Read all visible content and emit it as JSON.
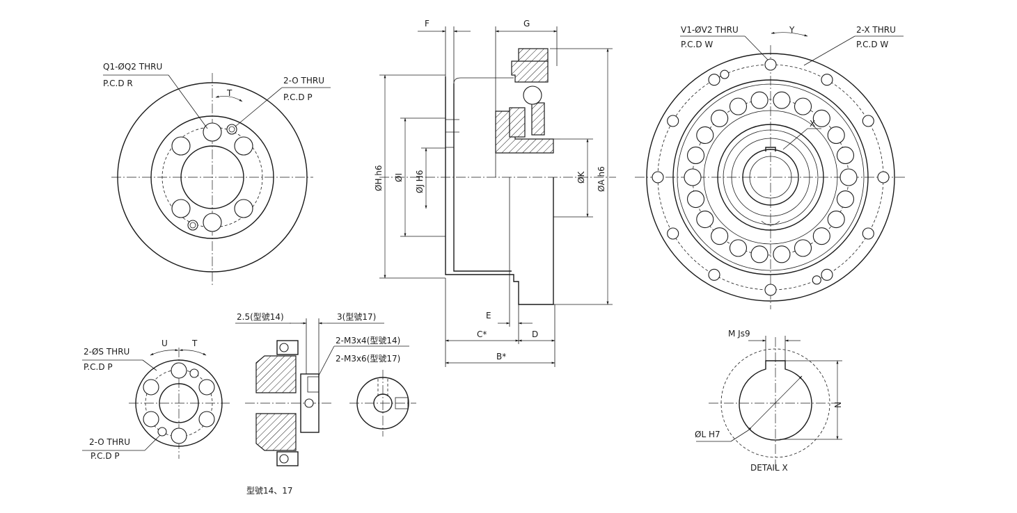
{
  "labels": {
    "front_left_pcd_r": "P.C.D R",
    "front_left_q": "Q1-ØQ2 THRU",
    "front_left_o": "2-O THRU",
    "front_left_pcd_p": "P.C.D P",
    "front_left_t": "T",
    "section_f": "F",
    "section_g": "G",
    "section_h": "ØH h6",
    "section_i": "ØI",
    "section_j": "ØJ H6",
    "section_k": "ØK",
    "section_a": "ØA h6",
    "section_e": "E",
    "section_c": "C*",
    "section_d": "D",
    "section_b": "B*",
    "right_v": "V1-ØV2 THRU",
    "right_pcd_w1": "P.C.D W",
    "right_y": "Y",
    "right_x_thru": "2-X THRU",
    "right_pcd_w2": "P.C.D W",
    "right_x": "X",
    "small_s": "2-ØS THRU",
    "small_pcd_p1": "P.C.D P",
    "small_u": "U",
    "small_t": "T",
    "small_o": "2-O THRU",
    "small_pcd_p2": "P.C.D P",
    "small_25": "2.5(型號14)",
    "small_3": "3(型號17)",
    "small_m3x4": "2-M3x4(型號14)",
    "small_m3x6": "2-M3x6(型號17)",
    "small_caption": "型號14、17",
    "detail_m": "M Js9",
    "detail_n": "N",
    "detail_l": "ØL H7",
    "detail_caption": "DETAIL X"
  }
}
